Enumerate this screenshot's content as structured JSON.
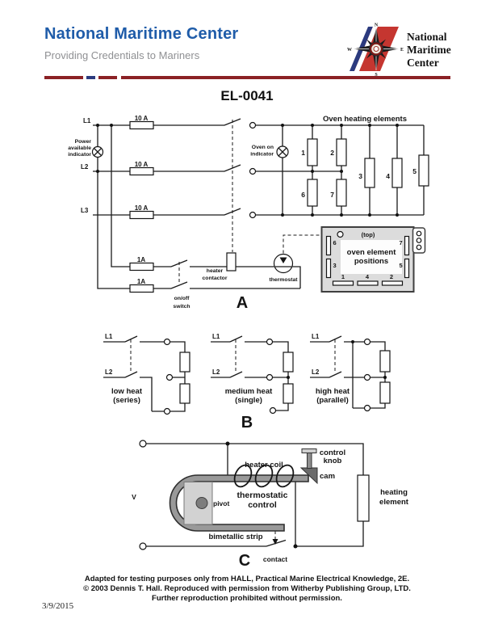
{
  "header": {
    "title": "National Maritime Center",
    "subtitle": "Providing Credentials to Mariners",
    "logo": {
      "line1": "National",
      "line2": "Maritime",
      "line3": "Center",
      "n": "N",
      "s": "S",
      "e": "E",
      "w": "W"
    }
  },
  "doc": {
    "title": "EL-0041"
  },
  "colors": {
    "header_blue": "#1f5ca9",
    "subtitle_gray": "#8f9093",
    "rule_maroon": "#8b2125",
    "rule_blue": "#2b3a7e",
    "logo_red": "#c53630",
    "logo_text_maroon": "#7c1b15"
  },
  "diagram_a": {
    "section_label": "A",
    "heading": "Oven heating elements",
    "phase_labels": [
      "L1",
      "L2",
      "L3"
    ],
    "main_fuse": "10 A",
    "control_fuse": "1A",
    "power_indicator_lines": [
      "Power",
      "available",
      "indicator"
    ],
    "oven_on_lines": [
      "Oven on",
      "indicator"
    ],
    "element_labels": {
      "e1": "1",
      "e2": "2",
      "e3": "3",
      "e4": "4",
      "e5": "5",
      "e6": "6",
      "e7": "7"
    },
    "contactor_lines": [
      "heater",
      "contactor"
    ],
    "thermostat_label": "thermostat",
    "switch_lines": [
      "on/off",
      "switch"
    ],
    "oven_box": {
      "top_label": "(top)",
      "title_lines": [
        "oven element",
        "positions"
      ],
      "pos6": "6",
      "pos7": "7",
      "pos3": "3",
      "pos5": "5",
      "pos1": "1",
      "pos4": "4",
      "pos2": "2"
    }
  },
  "diagram_b": {
    "section_label": "B",
    "circuits": [
      {
        "phase1": "L1",
        "phase2": "L2",
        "caption_lines": [
          "low heat",
          "(series)"
        ]
      },
      {
        "phase1": "L1",
        "phase2": "L2",
        "caption_lines": [
          "medium heat",
          "(single)"
        ]
      },
      {
        "phase1": "L1",
        "phase2": "L2",
        "caption_lines": [
          "high heat",
          "(parallel)"
        ]
      }
    ]
  },
  "diagram_c": {
    "section_label": "C",
    "voltage_label": "V",
    "heater_coil_label": "heater coil",
    "control_knob_lines": [
      "control",
      "knob"
    ],
    "cam_label": "cam",
    "thermostatic_lines": [
      "thermostatic",
      "control"
    ],
    "pivot_label": "pivot",
    "bimetallic_label": "bimetallic strip",
    "contact_label": "contact",
    "heating_element_lines": [
      "heating",
      "element"
    ]
  },
  "footer": {
    "line1": "Adapted for testing purposes only from HALL, Practical Marine Electrical Knowledge, 2E.",
    "line2": "© 2003 Dennis T. Hall. Reproduced with permission from Witherby Publishing Group, LTD.",
    "line3": "Further reproduction prohibited without permission.",
    "date": "3/9/2015"
  }
}
